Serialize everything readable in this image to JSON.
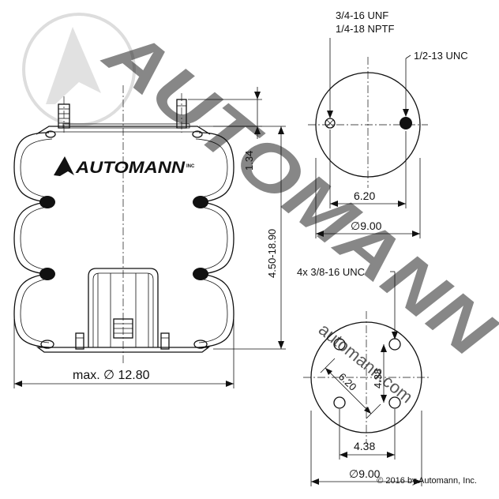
{
  "side_view": {
    "brand_label": "AUTOMANN",
    "brand_reg": "INC",
    "dims": {
      "stud_offset": "1.34",
      "height_range": "4.50-18.90",
      "max_diameter": "max. ∅ 12.80"
    }
  },
  "top_plate": {
    "callout_inlet_1": "3/4-16 UNF",
    "callout_inlet_2": "1/4-18 NPTF",
    "callout_stud": "1/2-13 UNC",
    "dim_spacing": "6.20",
    "dim_diameter": "∅9.00"
  },
  "bottom_plate": {
    "callout_holes": "4x 3/8-16 UNC",
    "dim_vertical": "4.38",
    "dim_diagonal": "6.20",
    "dim_horizontal": "4.38",
    "dim_diameter": "∅9.00"
  },
  "watermark": {
    "brand": "AUTOMANN",
    "url": "automann.com",
    "copyright": "© 2016 by Automann, Inc."
  }
}
